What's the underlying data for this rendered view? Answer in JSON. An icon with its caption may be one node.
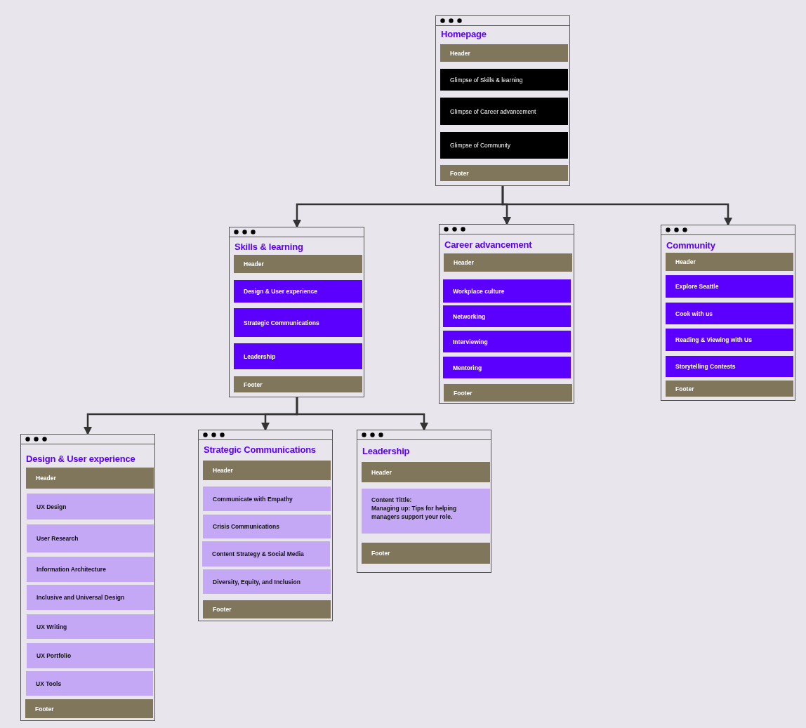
{
  "diagram": {
    "nodes": [
      {
        "text": [
          "Homepage"
        ]
      },
      {
        "text": [
          "Header"
        ],
        "in": 0
      },
      {
        "text": [
          "Glimpse of Skills & learning"
        ],
        "in": 0
      },
      {
        "text": [
          "Glimpse of Career advancement"
        ],
        "in": 0
      },
      {
        "text": [
          "Glimpse of Community"
        ],
        "in": 0
      },
      {
        "text": [
          "Footer"
        ],
        "in": 0
      },
      {
        "text": [
          "Skills & learning"
        ]
      },
      {
        "text": [
          "Header"
        ],
        "in": 6
      },
      {
        "text": [
          "Design & User experience"
        ],
        "in": 6
      },
      {
        "text": [
          "Strategic Communications"
        ],
        "in": 6
      },
      {
        "text": [
          "Leadership"
        ],
        "in": 6
      },
      {
        "text": [
          "Footer"
        ],
        "in": 6
      },
      {
        "text": [
          "Career advancement"
        ]
      },
      {
        "text": [
          "Header"
        ],
        "in": 12
      },
      {
        "text": [
          "Workplace culture"
        ],
        "in": 12
      },
      {
        "text": [
          "Networking"
        ],
        "in": 12
      },
      {
        "text": [
          "Interviewing"
        ],
        "in": 12
      },
      {
        "text": [
          "Mentoring"
        ],
        "in": 12
      },
      {
        "text": [
          "Footer"
        ],
        "in": 12
      },
      {
        "text": [
          "Community"
        ]
      },
      {
        "text": [
          "Header"
        ],
        "in": 19
      },
      {
        "text": [
          "Explore Seattle"
        ],
        "in": 19
      },
      {
        "text": [
          "Cook with us"
        ],
        "in": 19
      },
      {
        "text": [
          "Reading & Viewing with Us"
        ],
        "in": 19
      },
      {
        "text": [
          "Storytelling Contests"
        ],
        "in": 19
      },
      {
        "text": [
          "Footer"
        ],
        "in": 19
      },
      {
        "text": [
          "Design & User experience"
        ]
      },
      {
        "text": [
          "Header"
        ],
        "in": 26
      },
      {
        "text": [
          "UX Design"
        ],
        "in": 26
      },
      {
        "text": [
          "User Research"
        ],
        "in": 26
      },
      {
        "text": [
          "Information Architecture"
        ],
        "in": 26
      },
      {
        "text": [
          "Inclusive and Universal Design"
        ],
        "in": 26
      },
      {
        "text": [
          "UX Writing"
        ],
        "in": 26
      },
      {
        "text": [
          "UX Portfolio"
        ],
        "in": 26
      },
      {
        "text": [
          "UX Tools"
        ],
        "in": 26
      },
      {
        "text": [
          "Footer"
        ],
        "in": 26
      },
      {
        "text": [
          "Strategic Communications"
        ]
      },
      {
        "text": [
          "Header"
        ],
        "in": 36
      },
      {
        "text": [
          "Communicate with Empathy"
        ],
        "in": 36
      },
      {
        "text": [
          "Crisis Communications"
        ],
        "in": 36
      },
      {
        "text": [
          "Content Strategy & Social Media"
        ],
        "in": 36
      },
      {
        "text": [
          "Diversity, Equity, and Inclusion"
        ],
        "in": 36
      },
      {
        "text": [
          "Footer"
        ],
        "in": 36
      },
      {
        "text": [
          "Leadership"
        ]
      },
      {
        "text": [
          "Header"
        ],
        "in": 43
      },
      {
        "text": [
          "Content Tittle:",
          "Managing up: Tips for helping managers support your role."
        ],
        "in": 43
      },
      {
        "text": [
          "Footer"
        ],
        "in": 43
      }
    ],
    "edges": [
      {
        "from": 0,
        "to": 6,
        "arrow": "to"
      },
      {
        "from": 0,
        "to": 12,
        "arrow": "to"
      },
      {
        "from": 0,
        "to": 19,
        "arrow": "to"
      },
      {
        "from": 6,
        "to": 26,
        "arrow": "to"
      },
      {
        "from": 6,
        "to": 36,
        "arrow": "to"
      },
      {
        "from": 6,
        "to": 43,
        "arrow": "to"
      }
    ]
  }
}
